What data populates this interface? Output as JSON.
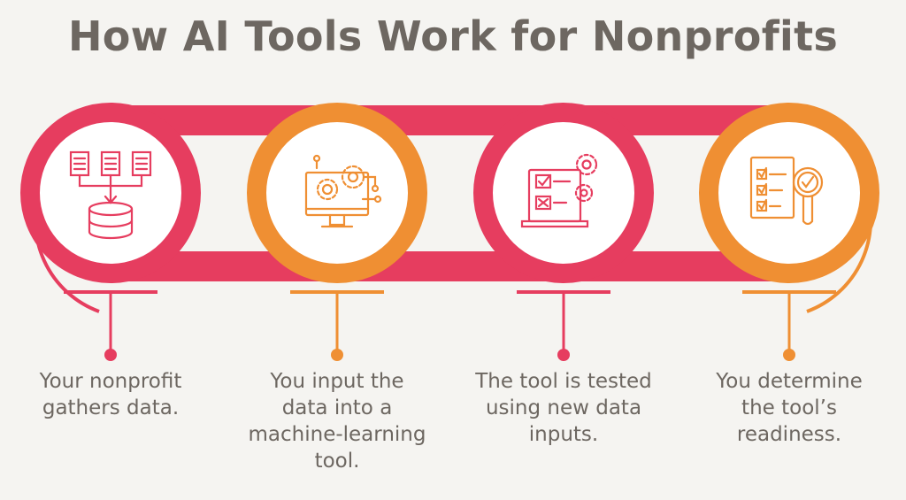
{
  "title": "How AI Tools Work for Nonprofits",
  "colors": {
    "pink": "#e63d5f",
    "orange": "#ef8f33",
    "text": "#6d6761",
    "background": "#f5f4f1"
  },
  "steps": [
    {
      "text": "Your nonprofit gathers data.",
      "color": "pink",
      "icon": "data-gathering-icon"
    },
    {
      "text": "You input the data into a machine-learning tool.",
      "color": "orange",
      "icon": "computer-gears-icon"
    },
    {
      "text": "The tool is tested using new data inputs.",
      "color": "pink",
      "icon": "testing-laptop-icon"
    },
    {
      "text": "You determine the tool’s readiness.",
      "color": "orange",
      "icon": "checklist-magnifier-icon"
    }
  ]
}
